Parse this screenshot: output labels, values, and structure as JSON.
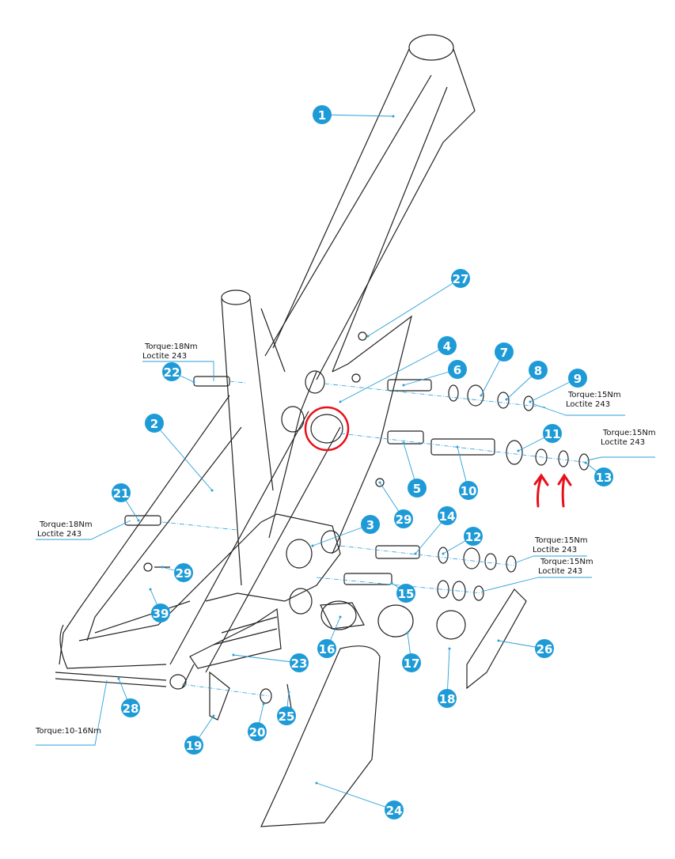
{
  "callouts": [
    "1",
    "2",
    "3",
    "4",
    "5",
    "6",
    "7",
    "8",
    "9",
    "10",
    "11",
    "12",
    "13",
    "14",
    "15",
    "16",
    "17",
    "18",
    "19",
    "20",
    "21",
    "22",
    "23",
    "24",
    "25",
    "26",
    "27",
    "28",
    "29",
    "29",
    "39"
  ],
  "torque_notes": [
    {
      "torque": "Torque:18Nm",
      "loctite": "Loctite 243"
    },
    {
      "torque": "Torque:18Nm",
      "loctite": "Loctite 243"
    },
    {
      "torque": "Torque:15Nm",
      "loctite": "Loctite 243"
    },
    {
      "torque": "Torque:15Nm",
      "loctite": "Loctite 243"
    },
    {
      "torque": "Torque:15Nm",
      "loctite": "Loctite 243"
    },
    {
      "torque": "Torque:15Nm",
      "loctite": "Loctite 243"
    },
    {
      "torque": "Torque:10-16Nm"
    }
  ],
  "colors": {
    "callout": "#1e9bd7",
    "leader": "#2a9fd8",
    "highlight": "#e8101a",
    "line": "#222222"
  }
}
